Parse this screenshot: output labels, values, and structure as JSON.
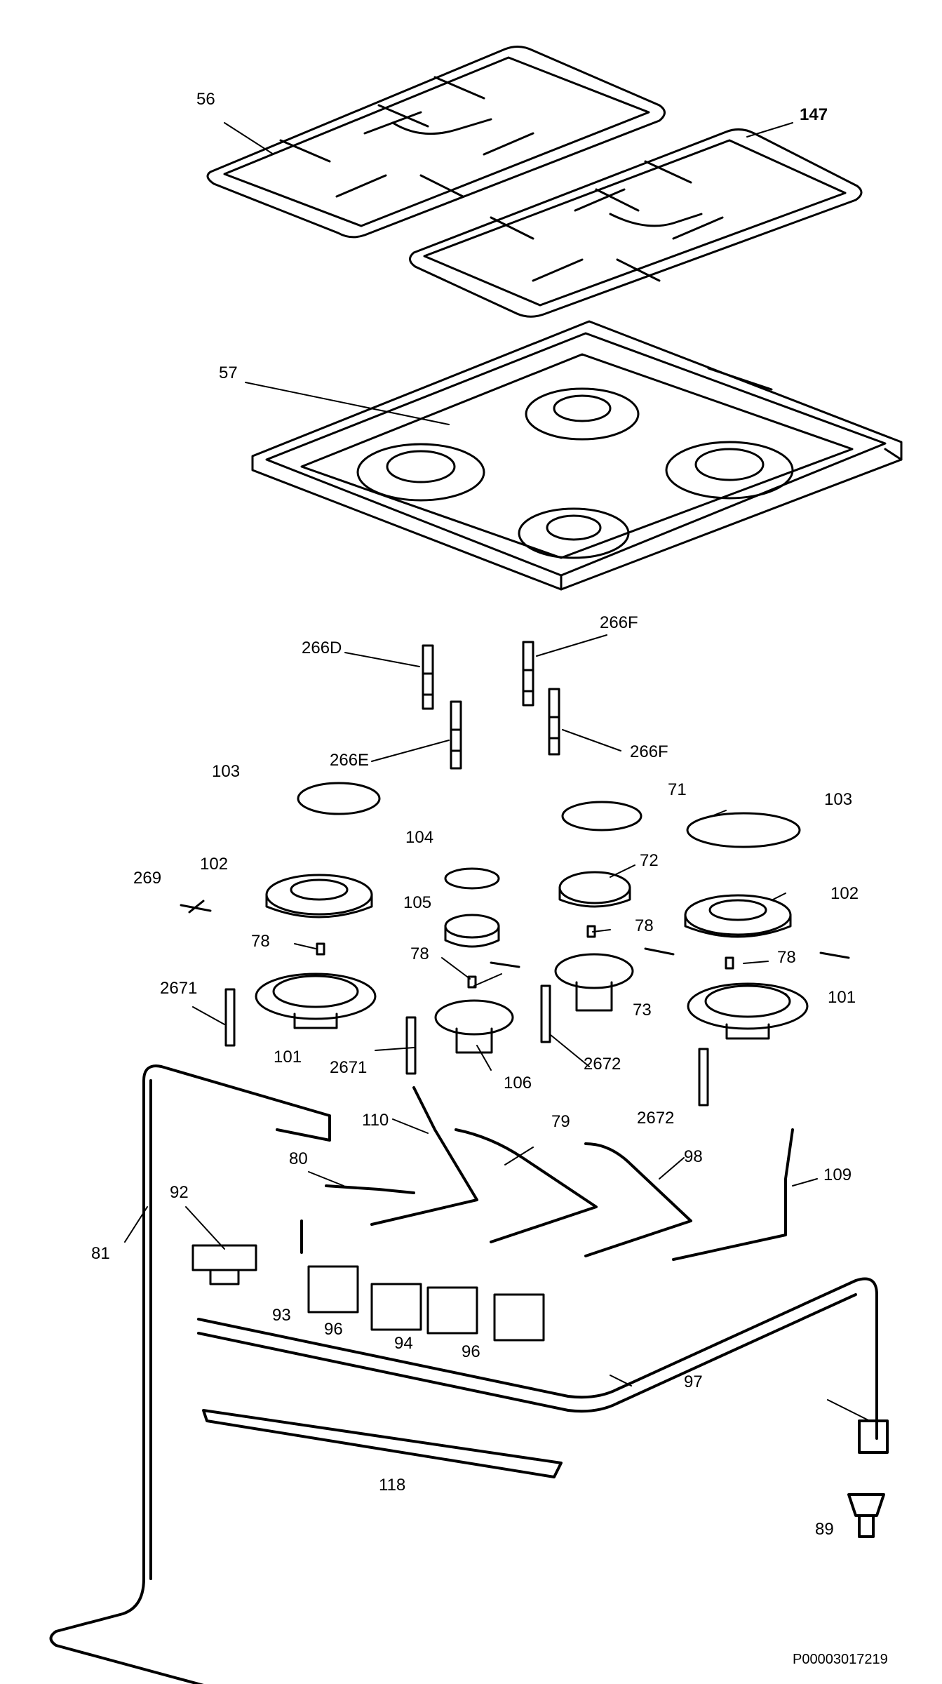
{
  "diagram": {
    "document_code": "P00003017219",
    "part_labels": {
      "l56": "56",
      "l147": "147",
      "l57": "57",
      "l266D": "266D",
      "l266F_a": "266F",
      "l266E": "266E",
      "l266F_b": "266F",
      "l103_a": "103",
      "l71": "71",
      "l103_b": "103",
      "l104": "104",
      "l72": "72",
      "l269": "269",
      "l102_a": "102",
      "l102_b": "102",
      "l105": "105",
      "l78_a": "78",
      "l78_b": "78",
      "l78_c": "78",
      "l78_d": "78",
      "l2671_a": "2671",
      "l73": "73",
      "l101_a": "101",
      "l101_b": "101",
      "l2671_b": "2671",
      "l2672_a": "2672",
      "l106": "106",
      "l2672_b": "2672",
      "l110": "110",
      "l79": "79",
      "l98": "98",
      "l109": "109",
      "l80": "80",
      "l92": "92",
      "l81": "81",
      "l93": "93",
      "l96_a": "96",
      "l94": "94",
      "l96_b": "96",
      "l97": "97",
      "l118": "118",
      "l89": "89"
    }
  }
}
